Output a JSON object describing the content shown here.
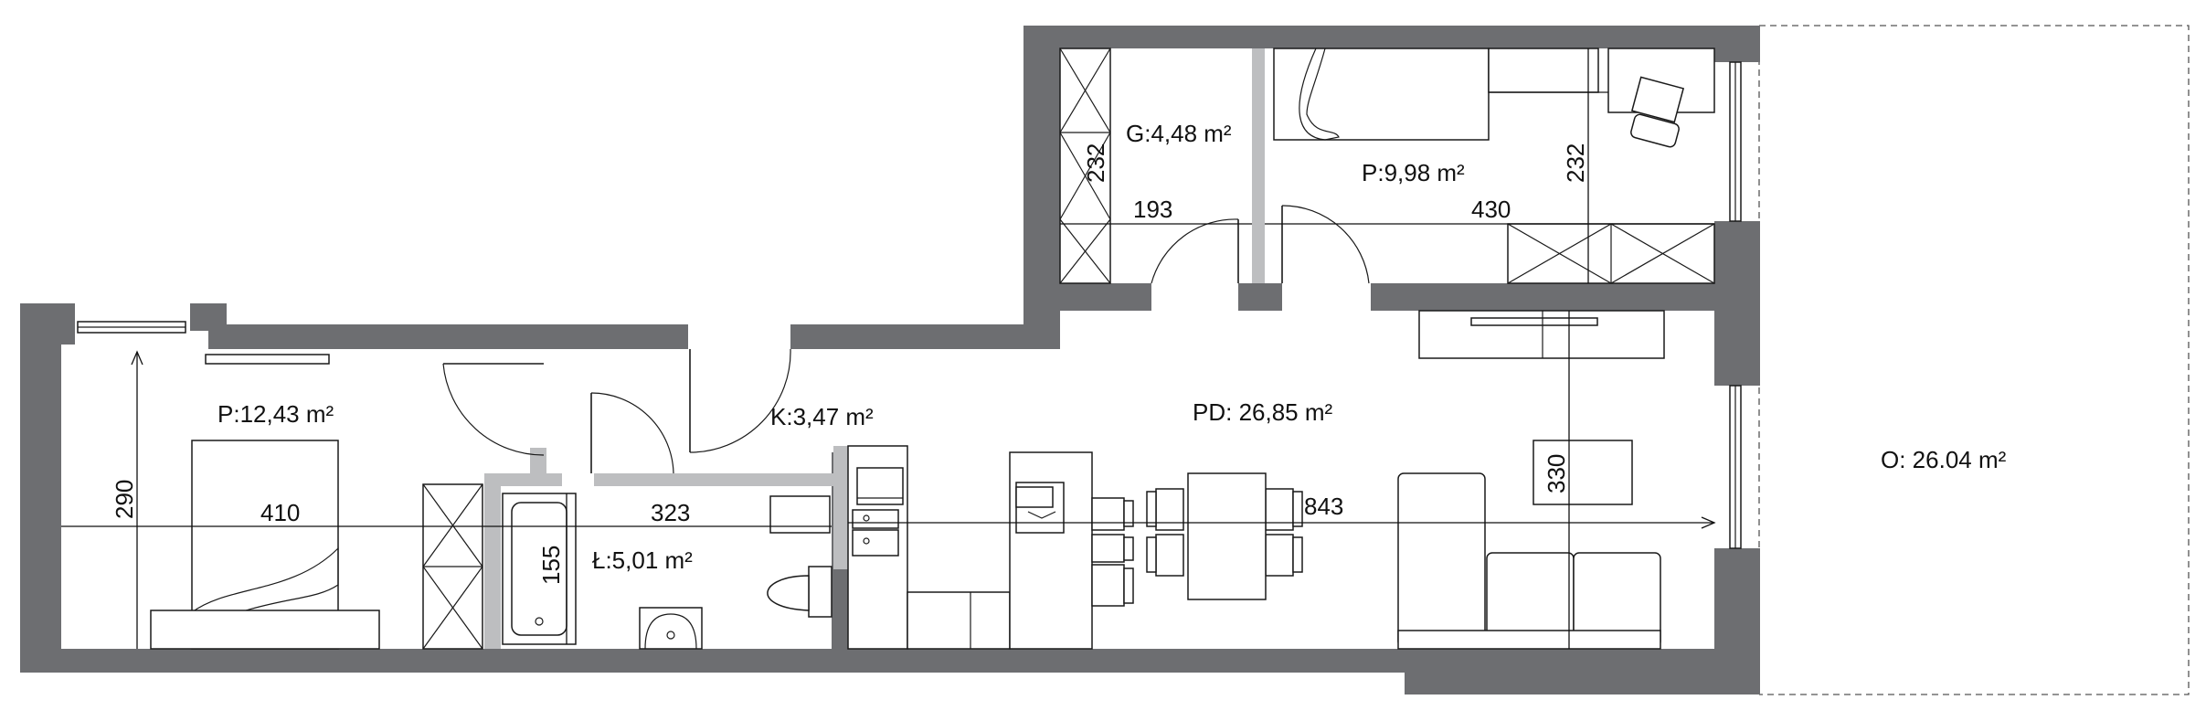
{
  "rooms": {
    "bedroom_left": "P:12,43 m²",
    "bathroom": "Ł:5,01 m²",
    "hall": "K:3,47 m²",
    "living": "PD: 26,85 m²",
    "wardrobe": "G:4,48 m²",
    "bedroom_top": "P:9,98 m²",
    "terrace": "O: 26.04 m²"
  },
  "dimensions": {
    "bedroom_left_width": "410",
    "bedroom_left_height": "290",
    "bathroom_width": "323",
    "bathroom_height": "155",
    "living_width": "843",
    "living_height": "330",
    "wardrobe_width": "193",
    "wardrobe_height": "232",
    "bedroom_top_width": "430",
    "bedroom_top_height": "232"
  },
  "colors": {
    "wall": "#6d6e71",
    "partition": "#bdbec0",
    "line": "#1a1a1a"
  }
}
